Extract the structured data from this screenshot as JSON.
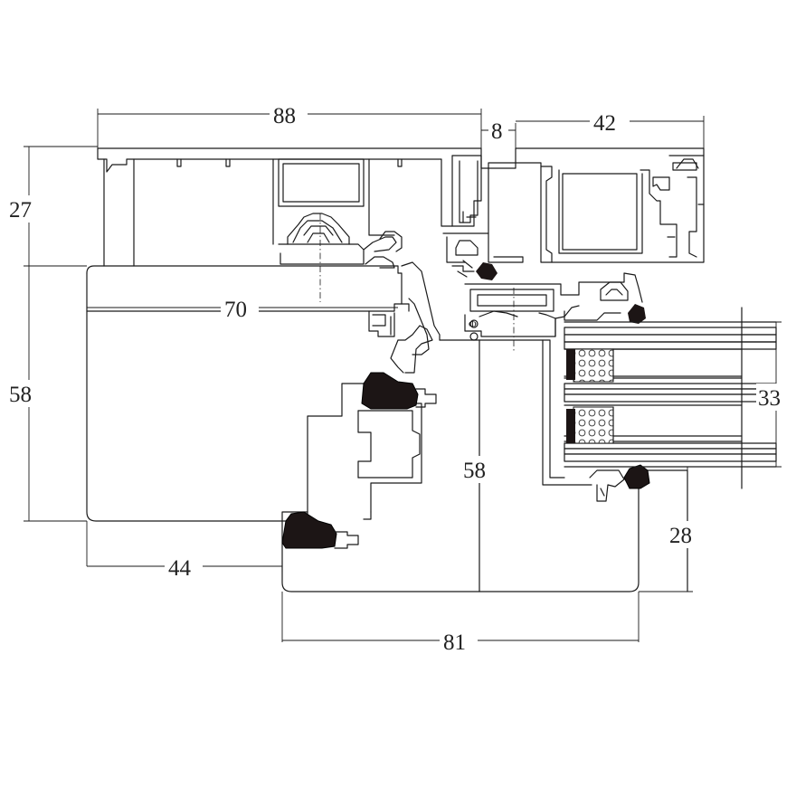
{
  "dimensions": {
    "sash_width": "88",
    "gap": "8",
    "bead_width": "42",
    "sash_height": "27",
    "frame_depth": "70",
    "frame_height": "58",
    "inner_height": "58",
    "glass_thickness": "33",
    "rebate": "28",
    "sill_left": "44",
    "sill_width": "81"
  },
  "labels": {
    "center_mark": "Φ"
  }
}
